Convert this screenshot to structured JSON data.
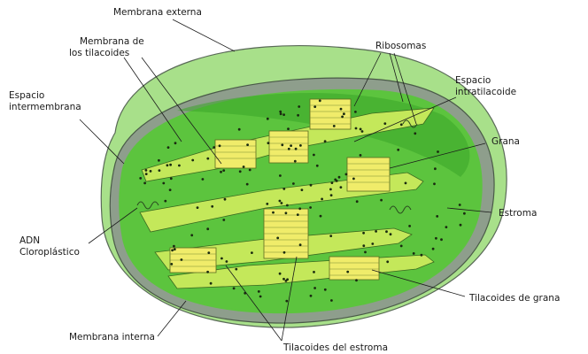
{
  "labels": {
    "membrana_externa": "Membrana externa",
    "membrana_tilacoides_1": "Membrana de",
    "membrana_tilacoides_2": "los tilacoides",
    "espacio_intermembrana_1": "Espacio",
    "espacio_intermembrana_2": "intermembrana",
    "ribosomas": "Ribosomas",
    "espacio_intratilacoide_1": "Espacio",
    "espacio_intratilacoide_2": "intratilacoide",
    "grana": "Grana",
    "estroma": "Estroma",
    "adn_1": "ADN",
    "adn_2": "Cloroplástico",
    "tilacoides_grana": "Tilacoides de grana",
    "membrana_interna": "Membrana interna",
    "tilacoides_estroma": "Tilacoides del estroma"
  },
  "colors": {
    "outer_membrane": "#a8e08a",
    "stroma": "#5cc43e",
    "stroma_dark": "#3aa528",
    "thylakoid": "#c4e85a",
    "granum": "#f0ec6a",
    "inner_membrane": "#8a9a88"
  }
}
